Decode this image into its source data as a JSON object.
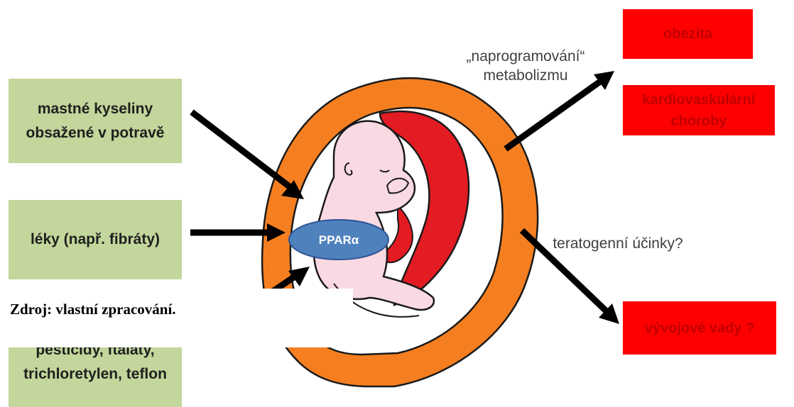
{
  "inputs": {
    "fatty_acids": "mastné kyseliny obsažené v potravě",
    "drugs": "léky (např. fibráty)",
    "chemicals": "pesticidy, ftaláty, trichloretylen, teflon"
  },
  "center": {
    "receptor": "PPARα"
  },
  "outcomes": {
    "obesity": "obezita",
    "cardiovascular": "kardiovaskulární choroby",
    "malformations": "vývojové vady ?"
  },
  "arrow_labels": {
    "metabolic": "„naprogramování“ metabolizmu",
    "teratogenic": "teratogenní účinky?"
  },
  "source": "Zdroj: vlastní zpracování.",
  "colors": {
    "input_box": "#c3d69b",
    "outcome_box": "#ff0000",
    "outcome_text": "#c00000",
    "uterus": "#f57f20",
    "placenta": "#e31b23",
    "fetus": "#f9d9e2",
    "receptor": "#4f81bd"
  }
}
